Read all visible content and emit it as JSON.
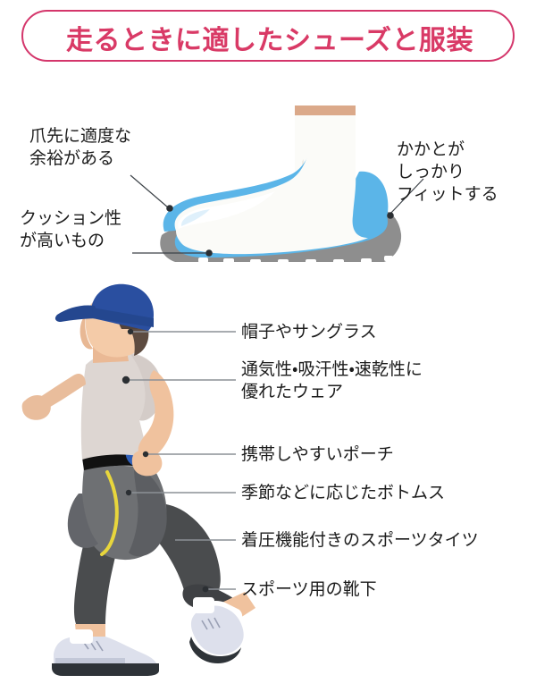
{
  "title": {
    "text": "走るときに適したシューズと服装",
    "border_color": "#d4366b",
    "text_color": "#d93a66"
  },
  "shoe_section": {
    "name": "shoe-illustration",
    "labels": [
      {
        "id": "toe-room",
        "text": "爪先に適度な\n余裕がある"
      },
      {
        "id": "cushioning",
        "text": "クッション性\nが高いもの"
      },
      {
        "id": "heel-fit",
        "text": "かかとが\nしっかり\nフィットする"
      }
    ],
    "colors": {
      "upper": "#fafaf7",
      "accent": "#5bb5e8",
      "sole": "#8e8e8e",
      "sock_band": "#d9a98c"
    }
  },
  "runner_section": {
    "name": "runner-illustration",
    "labels": [
      {
        "id": "hat-sunglasses",
        "text": "帽子やサングラス"
      },
      {
        "id": "wear-fabric",
        "text": "通気性・吸汗性・速乾性に\n優れたウェア"
      },
      {
        "id": "pouch",
        "text": "携帯しやすいポーチ"
      },
      {
        "id": "bottoms",
        "text": "季節などに応じたボトムス"
      },
      {
        "id": "tights",
        "text": "着圧機能付きのスポーツタイツ"
      },
      {
        "id": "sports-socks",
        "text": "スポーツ用の靴下"
      }
    ],
    "colors": {
      "cap": "#2a4fa0",
      "hair": "#5d4b40",
      "skin": "#f2c9a6",
      "shirt": "#ddd6d2",
      "belt": "#111111",
      "pouch": "#2f5fb8",
      "shorts": "#6e7073",
      "shorts_stripe": "#e8d63c",
      "tights": "#4a4c4e",
      "sock": "#ffffff",
      "shoe": "#d9dce8",
      "shoe_sole": "#2e3338"
    }
  }
}
